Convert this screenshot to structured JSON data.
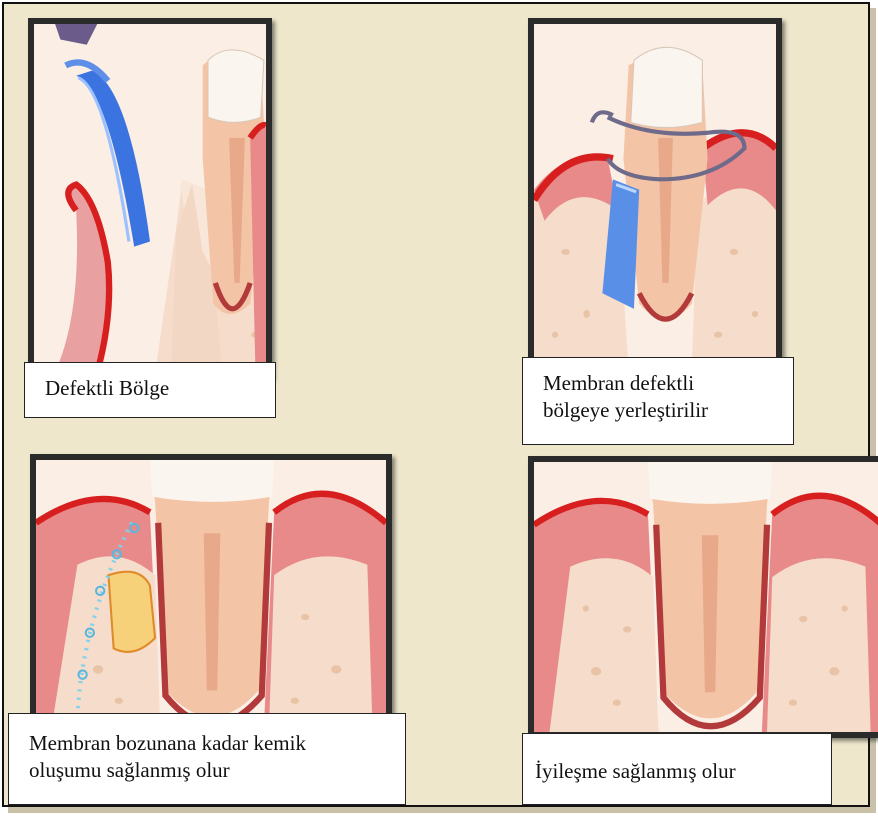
{
  "panels": [
    {
      "caption_lines": [
        "Defektli Bölge"
      ]
    },
    {
      "caption_lines": [
        "Membran defektli",
        "bölgeye yerleştirilir"
      ]
    },
    {
      "caption_lines": [
        "Membran bozunana kadar kemik",
        "oluşumu sağlanmış olur"
      ]
    },
    {
      "caption_lines": [
        "İyileşme sağlanmış olur"
      ]
    }
  ]
}
